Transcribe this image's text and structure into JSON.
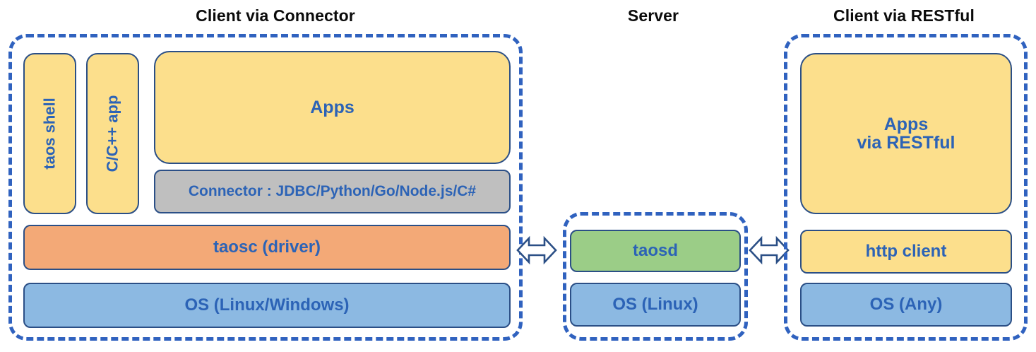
{
  "diagram": {
    "titles": {
      "connector": "Client via Connector",
      "server": "Server",
      "restful": "Client via RESTful"
    },
    "colors": {
      "dashed_border": "#3062bf",
      "box_border": "#2b4f86",
      "text_blue": "#2c63b6",
      "title_black": "#0b0b0b",
      "yellow": "#fcdf8c",
      "gray": "#bfbfbf",
      "orange": "#f3a977",
      "blue": "#8cb9e2",
      "green": "#9bcd87",
      "background": "#ffffff"
    },
    "client_connector": {
      "taos_shell": "taos shell",
      "cpp_app": "C/C++ app",
      "apps": "Apps",
      "connector": "Connector : JDBC/Python/Go/Node.js/C#",
      "taosc": "taosc (driver)",
      "os": "OS (Linux/Windows)"
    },
    "server": {
      "taosd": "taosd",
      "os": "OS (Linux)"
    },
    "client_restful": {
      "apps_line1": "Apps",
      "apps_line2": "via RESTful",
      "http_client": "http client",
      "os": "OS (Any)"
    },
    "arrows": {
      "left_label": "bidirectional-arrow",
      "right_label": "bidirectional-arrow"
    }
  }
}
